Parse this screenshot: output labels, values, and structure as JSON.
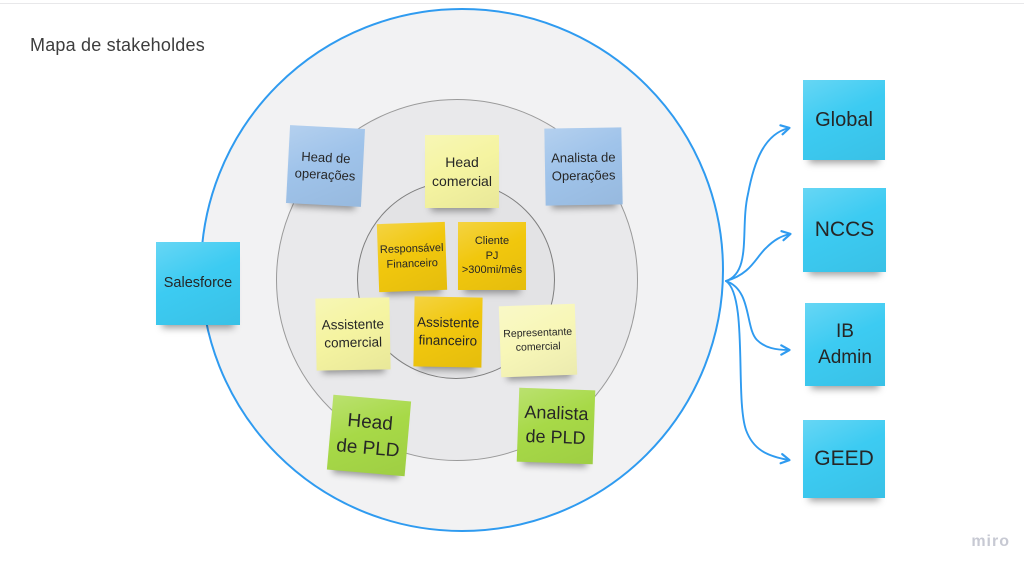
{
  "board": {
    "title": "Mapa de stakeholdes",
    "watermark": "miro"
  },
  "colors": {
    "accent_blue": "#2f9bf0",
    "note_blue": "#9fc3ea",
    "note_yellow": "#f5f4a1",
    "note_yellow_pale": "#f8f7b8",
    "note_gold": "#f1c70d",
    "note_green": "#a7d947",
    "note_cyan": "#3ccbf2",
    "ring_outer_fill": "#f2f2f3",
    "ring_middle_fill": "#e9e9eb",
    "ring_inner_fill": "#e3e3e5",
    "ring_middle_stroke": "#9a9a9a",
    "ring_inner_stroke": "#7e7e7e",
    "text_dark": "#262626"
  },
  "stakeholder_map": {
    "notes": {
      "salesforce": {
        "label": "Salesforce"
      },
      "head_operacoes": {
        "label": "Head de\noperações"
      },
      "head_comercial": {
        "label": "Head\ncomercial"
      },
      "analista_operacoes": {
        "label": "Analista de\nOperações"
      },
      "responsavel_financeiro": {
        "label": "Responsável\nFinanceiro"
      },
      "cliente_pj": {
        "label": "Cliente\nPJ\n>300mi/mês"
      },
      "assistente_comercial": {
        "label": "Assistente\ncomercial"
      },
      "assistente_financeiro": {
        "label": "Assistente\nfinanceiro"
      },
      "representante_comercial": {
        "label": "Representante\ncomercial"
      },
      "head_pld": {
        "label": "Head\nde PLD"
      },
      "analista_pld": {
        "label": "Analista\nde PLD"
      }
    }
  },
  "external_targets": {
    "global": {
      "label": "Global"
    },
    "nccs": {
      "label": "NCCS"
    },
    "ib_admin": {
      "label": "IB\nAdmin"
    },
    "geed": {
      "label": "GEED"
    }
  }
}
